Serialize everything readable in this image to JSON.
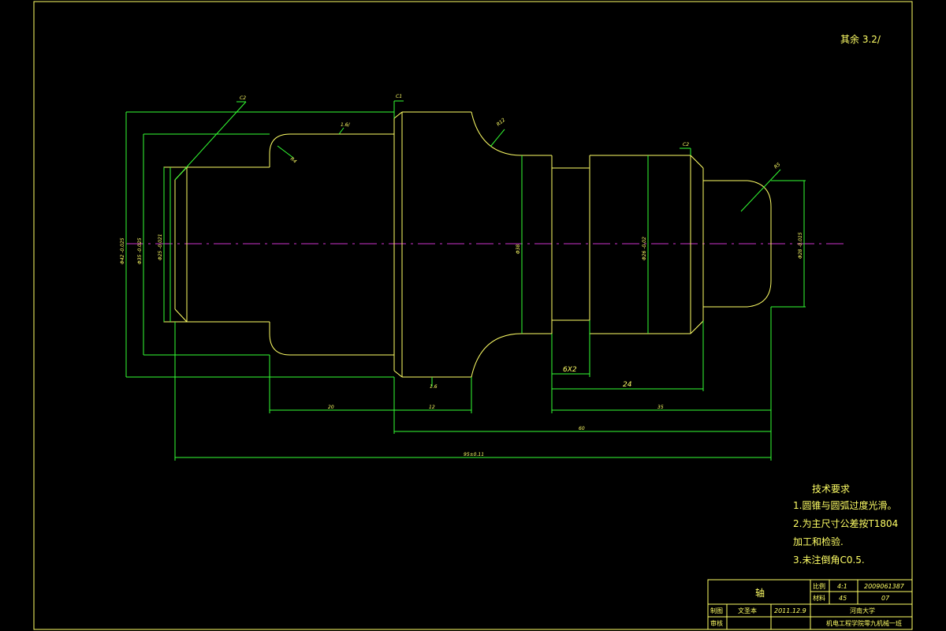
{
  "colors": {
    "background": "#000000",
    "frame": "#ffff66",
    "outline": "#ffff66",
    "dimension": "#33ff33",
    "centerline": "#cc33cc",
    "text": "#ffff66"
  },
  "surface_note": "其余 3.2/",
  "dimensions": {
    "d42": "Φ42 -0.025",
    "d35": "Φ35 -0.025",
    "d25": "Φ25 -0.021",
    "d_mid": "Φ38",
    "d_right": "Φ28 -0.015",
    "d_right2": "Φ26 -0.02",
    "len20": "20",
    "len12": "12",
    "len6x2": "6X2",
    "len24": "24",
    "len35": "35",
    "len60": "60",
    "len95": "95±0.11",
    "c2_left": "C2",
    "c1": "C1",
    "c2_right": "C2",
    "r12": "R12",
    "r4": "R4",
    "r5": "R5",
    "rough_16": "1.6/",
    "rough_16b": "1.6"
  },
  "requirements": {
    "title": "技术要求",
    "line1": "1.圆锥与圆弧过度光滑。",
    "line2": "2.为主尺寸公差按T1804",
    "line3": "加工和检验.",
    "line4": "3.未注倒角C0.5."
  },
  "title_block": {
    "part_name": "轴",
    "scale_label": "比例",
    "scale_value": "4:1",
    "drawing_no": "2009061387",
    "material_label": "材料",
    "material_value": "45",
    "sheet_no": "07",
    "drafter_label": "制图",
    "drafter_name": "文圣本",
    "date": "2011.12.9",
    "university": "河南大学",
    "checker_label": "审核",
    "department": "机电工程学院零九机械一班"
  }
}
